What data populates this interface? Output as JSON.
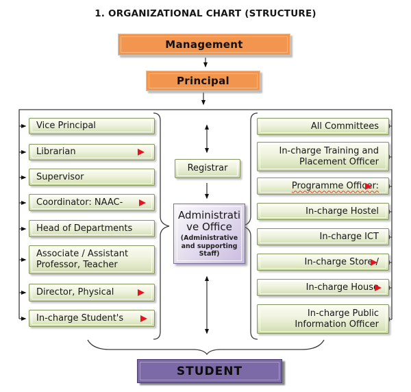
{
  "title": "1. ORGANIZATIONAL CHART (STRUCTURE)",
  "colors": {
    "orange_box": "#F2954E",
    "green_box_border": "#82955A",
    "admin_box_border": "#7A6AA5",
    "student_box": "#7C69A8",
    "red_marker": "#E51420",
    "connector": "#3A3A3A"
  },
  "icons": {
    "red_marker": "right-pointing red triangle",
    "connector_arrow": "black arrowhead"
  },
  "top": {
    "management": "Management",
    "principal": "Principal"
  },
  "middle": {
    "registrar": "Registrar",
    "admin_office": {
      "title_lines": [
        "Administrati",
        "ve Office"
      ],
      "subtitle": "(Administrative and supporting Staff)"
    }
  },
  "left_column": {
    "items": [
      {
        "label": "Vice Principal",
        "marker": false
      },
      {
        "label": "Librarian",
        "marker": true,
        "marker_right": 14
      },
      {
        "label": "Supervisor",
        "marker": false
      },
      {
        "label": "Coordinator: NAAC-",
        "marker": true,
        "marker_right": 12
      },
      {
        "label": "Head of Departments",
        "marker": false
      },
      {
        "label": "Associate / Assistant Professor, Teacher",
        "marker": false
      },
      {
        "label": "Director, Physical",
        "marker": true,
        "marker_right": 14
      },
      {
        "label": "In-charge Student's",
        "marker": true,
        "marker_right": 10
      }
    ]
  },
  "right_column": {
    "items": [
      {
        "label": "All Committees",
        "marker": false
      },
      {
        "label": "In-charge Training and Placement Officer",
        "marker": false
      },
      {
        "label": "Programme Officer:",
        "marker": true,
        "marker_right": 24,
        "spellcheck_underline": true
      },
      {
        "label": "In-charge Hostel",
        "marker": false
      },
      {
        "label": "In-charge ICT",
        "marker": false
      },
      {
        "label": "In-charge Store /",
        "marker": true,
        "marker_right": 16
      },
      {
        "label": "In-charge House",
        "marker": true,
        "marker_right": 10
      },
      {
        "label": "In-charge Public Information Officer",
        "marker": false
      }
    ]
  },
  "bottom": {
    "student": "STUDENT"
  }
}
